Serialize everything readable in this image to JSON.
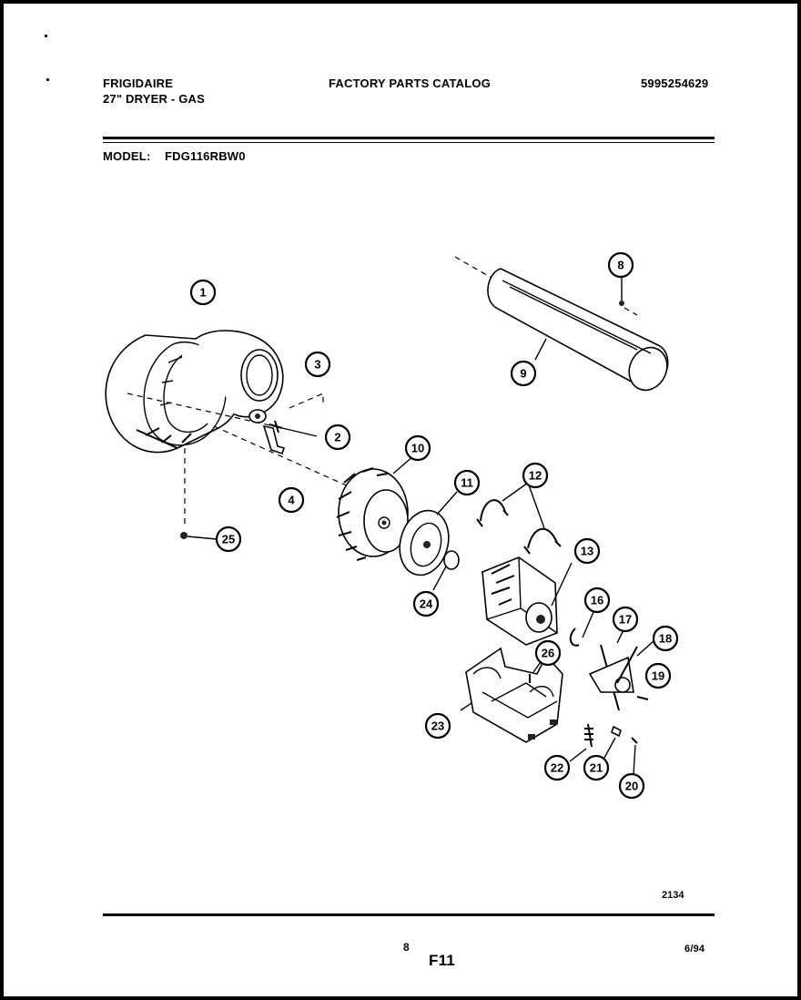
{
  "header": {
    "brand": "FRIGIDAIRE",
    "product": "27\" DRYER - GAS",
    "catalog_title": "FACTORY PARTS CATALOG",
    "catalog_number": "5995254629"
  },
  "model": {
    "label": "MODEL:",
    "value": "FDG116RBW0"
  },
  "diagram": {
    "callouts": [
      "1",
      "2",
      "3",
      "4",
      "8",
      "9",
      "10",
      "11",
      "12",
      "13",
      "16",
      "17",
      "18",
      "19",
      "20",
      "21",
      "22",
      "23",
      "24",
      "25",
      "26"
    ],
    "drawing_number": "2134"
  },
  "footer": {
    "page_number": "8",
    "figure_code": "F11",
    "date": "6/94"
  }
}
